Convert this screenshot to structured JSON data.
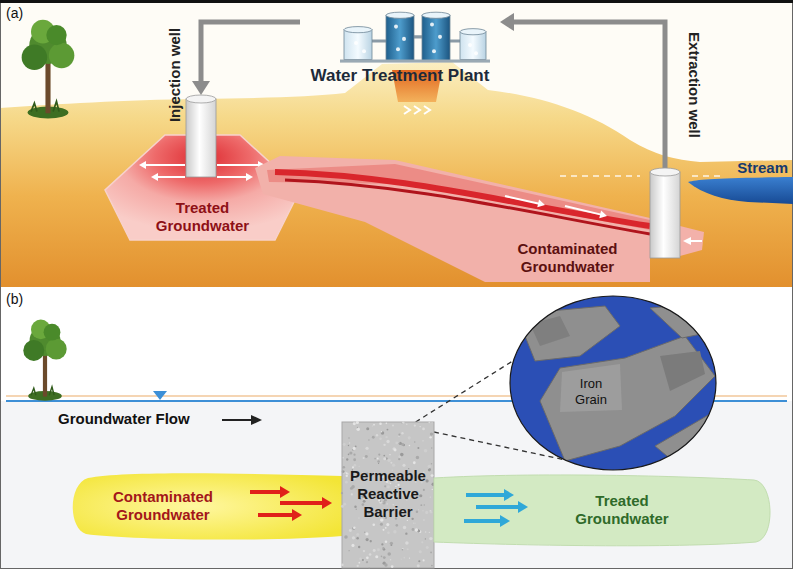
{
  "diagram": {
    "nodes": [
      {
        "text": [
          "Water Treatment Plant"
        ]
      },
      {
        "text": [
          "Injection well"
        ]
      },
      {
        "text": [
          "Extraction well"
        ]
      },
      {
        "text": [
          "Treated Groundwater"
        ]
      },
      {
        "text": [
          "Contaminated Groundwater"
        ]
      },
      {
        "text": [
          "Stream"
        ]
      },
      {
        "text": [
          "Contaminated Groundwater"
        ]
      },
      {
        "text": [
          "Permeable Reactive Barrier"
        ]
      },
      {
        "text": [
          "Treated Groundwater"
        ]
      },
      {
        "text": [
          "Iron Grain"
        ]
      }
    ],
    "edges": [
      {
        "from": 2,
        "to": 0,
        "arrow": "to"
      },
      {
        "from": 0,
        "to": 1,
        "arrow": "to"
      },
      {
        "from": 7,
        "to": 9,
        "arrow": "none"
      },
      {
        "from": 7,
        "to": 9,
        "arrow": "none"
      }
    ],
    "labels": [
      "(a)",
      "(b)",
      "Groundwater Flow"
    ]
  }
}
